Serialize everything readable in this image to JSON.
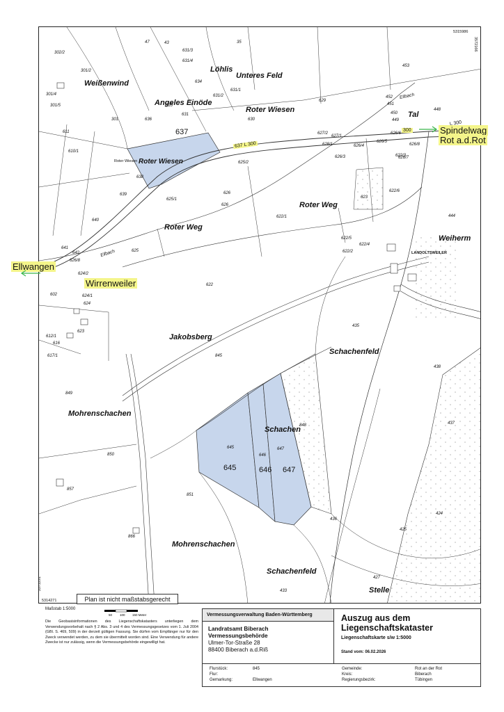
{
  "map": {
    "coords": {
      "top_right": "5315986",
      "right_top_vertical": "3572166",
      "left_bottom_vertical": "3571291",
      "bottom_left": "5314271"
    },
    "places": {
      "weissenwind": "Weißenwind",
      "angeles_einoede": "Angeles Einöde",
      "loehlis": "Löhlis",
      "unteres_feld": "Unteres Feld",
      "roter_wiesen_north": "Roter Wiesen",
      "roter_wiesen_south": "Roter Wiesen",
      "roter_weg_east": "Roter Weg",
      "roter_weg_west": "Roter Weg",
      "tal": "Tal",
      "weihermuehle": "Weiherm",
      "landoltsweiler": "LANDOLTSWEILER",
      "jakobsberg": "Jakobsberg",
      "schachenfeld_north": "Schachenfeld",
      "schachen": "Schachen",
      "mohrenschachen_west": "Mohrenschachen",
      "mohrenschachen_south": "Mohrenschachen",
      "schachenfeld_south": "Schachenfeld",
      "stelle": "Stelle",
      "ellbach_north": "Ellbach",
      "ellbach_west": "Ellbach",
      "roter_wiesen_small": "Roter Wiesen"
    },
    "highlight_labels": {
      "spindelwag": "Spindelwag",
      "rot_ad_rot": "Rot a.d.Rot",
      "ellwangen": "Ellwangen",
      "wirrenweiler": "Wirrenweiler"
    },
    "road_label": "637  L  300",
    "road_label_east": "300",
    "road_label_far_east": "L 300",
    "highlighted_parcels": [
      "637",
      "645",
      "646",
      "647"
    ],
    "parcels": [
      "302/2",
      "47",
      "43",
      "35",
      "453",
      "301/2",
      "631/3",
      "631/4",
      "301/4",
      "301/5",
      "301",
      "611",
      "610/1",
      "635",
      "636",
      "631",
      "634",
      "631/2",
      "631/1",
      "629",
      "452",
      "451",
      "450",
      "449",
      "448",
      "630",
      "627/2",
      "627/1",
      "626/6",
      "626/5",
      "626/4",
      "626/3",
      "626/8",
      "626/7",
      "622/3",
      "625/2",
      "628/1",
      "622/6",
      "623",
      "638",
      "639",
      "640",
      "626",
      "625/1",
      "622/1",
      "641",
      "642",
      "626/8",
      "625",
      "622/5",
      "622/2",
      "444",
      "626",
      "624/2",
      "622",
      "602",
      "624/1",
      "624",
      "845",
      "435",
      "438",
      "849",
      "437",
      "850",
      "851",
      "436",
      "848",
      "424",
      "425",
      "427",
      "433",
      "857",
      "866",
      "645",
      "646",
      "647",
      "612/1",
      "616",
      "617/1",
      "623",
      "622/4"
    ],
    "scale_note": "Plan ist nicht maßstabsgerecht",
    "colors": {
      "highlight_fill": "#c7d6ec",
      "highlight_label_bg": "#f4f58a",
      "arrow_green": "#39b54a"
    }
  },
  "footer": {
    "scale_label": "Maßstab 1:5000",
    "scalebar_ticks": [
      "50",
      "100",
      "150 Meter"
    ],
    "legal_text": "Die Geobasisinformationen des Liegenschaftskatasters unterliegen dem Verwendungsvorbehalt nach § 2 Abs. 3 und 4 des Vermessungsgesetzes vom 1. Juli 2004 (GBl. S. 469, 509) in der derzeit gültigen Fassung. Sie dürfen vom Empfänger nur für den Zweck verwendet werden, zu dem sie übermittelt worden sind. Eine Verwendung für andere Zwecke ist nur zulässig, wenn die Vermessungsbehörde eingewilligt hat.",
    "agency_header": "Vermessungsverwaltung Baden-Württemberg",
    "office_line1": "Landratsamt Biberach",
    "office_line2": "Vermessungsbehörde",
    "street": "Ulmer-Tor-Straße 28",
    "city": "88400 Biberach a.d.Riß",
    "title1": "Auszug aus dem",
    "title2": "Liegenschaftskataster",
    "subtitle": "Liegenschaftskarte s/w 1:5000",
    "stand": "Stand vom: 06.02.2026",
    "meta": {
      "flurstueck_label": "Flurstück:",
      "flurstueck_value": "845",
      "flur_label": "Flur:",
      "gemarkung_label": "Gemarkung:",
      "gemarkung_value": "Ellwangen",
      "gemeinde_label": "Gemeinde:",
      "gemeinde_value": "Rot an der Rot",
      "kreis_label": "Kreis:",
      "kreis_value": "Biberach",
      "rb_label": "Regierungsbezirk:",
      "rb_value": "Tübingen"
    }
  }
}
